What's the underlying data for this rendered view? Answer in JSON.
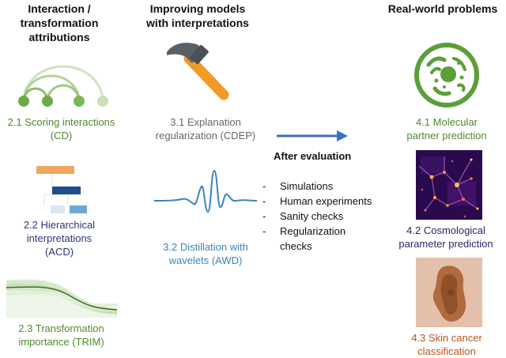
{
  "headers": {
    "col1": [
      "Interaction /",
      "transformation",
      "attributions"
    ],
    "col2": [
      "Improving models",
      "with interpretations"
    ],
    "col4": [
      "Real-world problems"
    ]
  },
  "captions": {
    "scoring": [
      "2.1 Scoring interactions",
      "(CD)"
    ],
    "hierarchical": [
      "2.2 Hierarchical",
      "interpretations",
      "(ACD)"
    ],
    "transformation": [
      "2.3 Transformation",
      "importance (TRIM)"
    ],
    "explanation": [
      "3.1 Explanation",
      "regularization (CDEP)"
    ],
    "distillation": [
      "3.2 Distillation with",
      "wavelets (AWD)"
    ],
    "molecular": [
      "4.1 Molecular",
      "partner prediction"
    ],
    "cosmological": [
      "4.2 Cosmological",
      "parameter prediction"
    ],
    "skin": [
      "4.3 Skin cancer",
      "classification"
    ]
  },
  "evaluation": {
    "title": "After evaluation",
    "items": [
      "Simulations",
      "Human experiments",
      "Sanity checks",
      "Regularization checks"
    ],
    "items_display": [
      [
        "Simulations"
      ],
      [
        "Human experiments"
      ],
      [
        "Sanity checks"
      ],
      [
        "Regularization",
        "checks"
      ]
    ]
  },
  "colors": {
    "green": "#4f8a2e",
    "navy": "#2e3573",
    "gray": "#666666",
    "blue": "#3a85b8",
    "purple": "#2e2566",
    "brown": "#b5561c",
    "arrow": "#3b6fc4",
    "hammer_head": "#5a6068",
    "hammer_handle": "#f29a26",
    "cell": "#5c9e38"
  },
  "icons": {
    "hammer": "hammer-icon",
    "cell": "cell-icon",
    "wavelet": "wavelet-icon",
    "arcs": "interaction-arcs-icon",
    "tree": "hierarchy-tree-icon",
    "curves": "transformation-curves-icon",
    "galaxy": "cosmology-map-image",
    "skin": "skin-lesion-image",
    "arrow": "right-arrow-icon"
  }
}
